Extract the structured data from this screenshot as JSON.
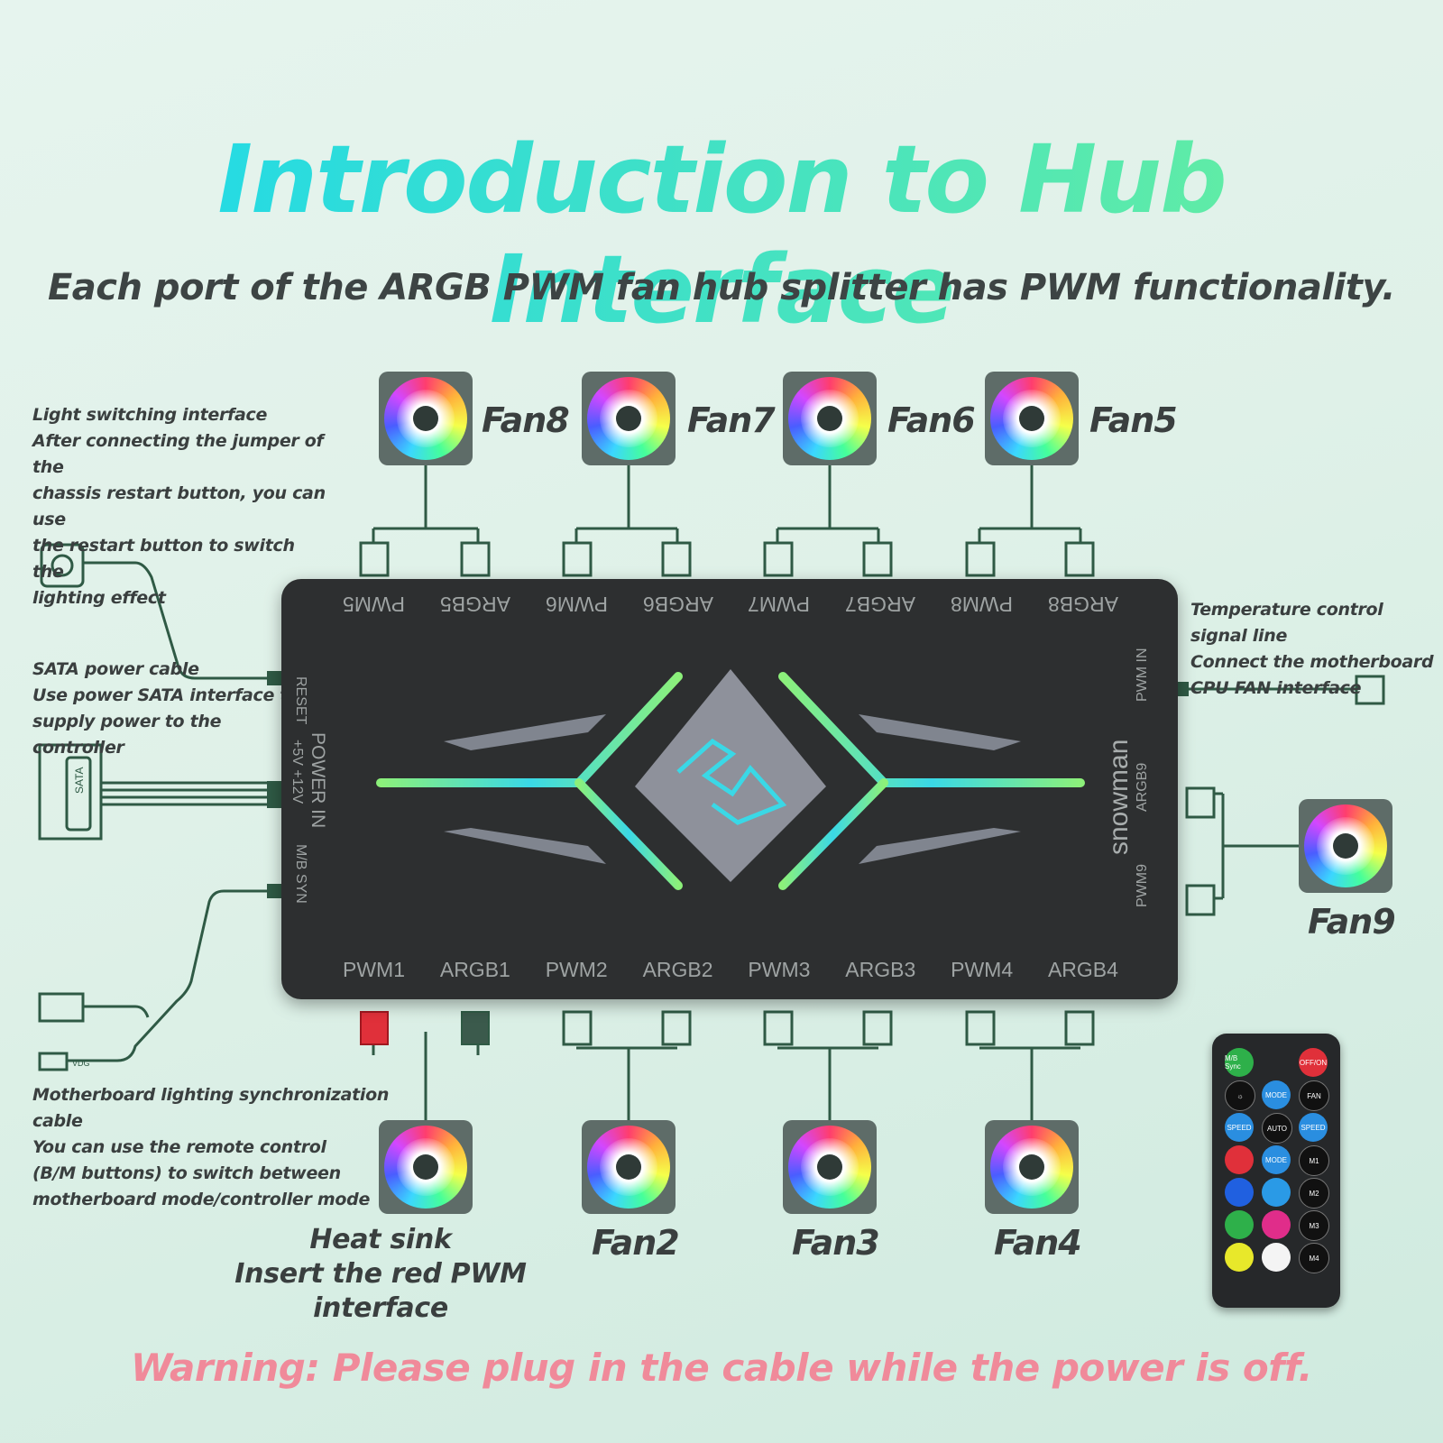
{
  "title": "Introduction to Hub Interface",
  "subtitle": "Each port of the ARGB PWM fan hub splitter has PWM functionality.",
  "warning": "Warning: Please plug in the cable while the power is off.",
  "notes": {
    "light_switch": "Light switching interface\nAfter connecting the jumper of the\nchassis restart button, you can use\nthe restart button to switch the\nlighting effect",
    "sata": "SATA power cable\nUse power SATA interface to\nsupply power to the controller",
    "sync": "Motherboard lighting synchronization cable\nYou can use the remote control\n(B/M buttons) to switch between\nmotherboard mode/controller mode",
    "temp": "Temperature control signal line\nConnect the motherboard\nCPU FAN interface",
    "heatsink": "Heat sink\nInsert the red PWM interface"
  },
  "fans_top": [
    "Fan8",
    "Fan7",
    "Fan6",
    "Fan5"
  ],
  "fans_bottom": [
    "Fan2",
    "Fan3",
    "Fan4"
  ],
  "fan_right": "Fan9",
  "ports_top": [
    "PWM5",
    "ARGB5",
    "PWM6",
    "ARGB6",
    "PWM7",
    "ARGB7",
    "PWM8",
    "ARGB8"
  ],
  "ports_bottom": [
    "PWM1",
    "ARGB1",
    "PWM2",
    "ARGB2",
    "PWM3",
    "ARGB3",
    "PWM4",
    "ARGB4"
  ],
  "hub_left": {
    "reset": "RESET",
    "power_in": "POWER IN",
    "voltage": "+5V  +12V",
    "mb_syn": "M/B SYN"
  },
  "hub_right": {
    "pwm_in": "PWM IN",
    "argb9": "ARGB9",
    "pwm9": "PWM9",
    "brand": "snowman"
  },
  "sata_label": "SATA",
  "vdg_label": "VDG",
  "remote": {
    "buttons": [
      "M/B Sync",
      "OFF/ON",
      "MODE",
      "FAN",
      "SPEED",
      "AUTO",
      "SPEED",
      "MODE",
      "M1",
      "M2",
      "M3",
      "M4"
    ]
  },
  "colors": {
    "accent_cyan": "#1ad8f0",
    "accent_green": "#6cf09a",
    "warning": "#f08a9a",
    "wire": "#2f5a45",
    "hub": "#2d2f30"
  }
}
